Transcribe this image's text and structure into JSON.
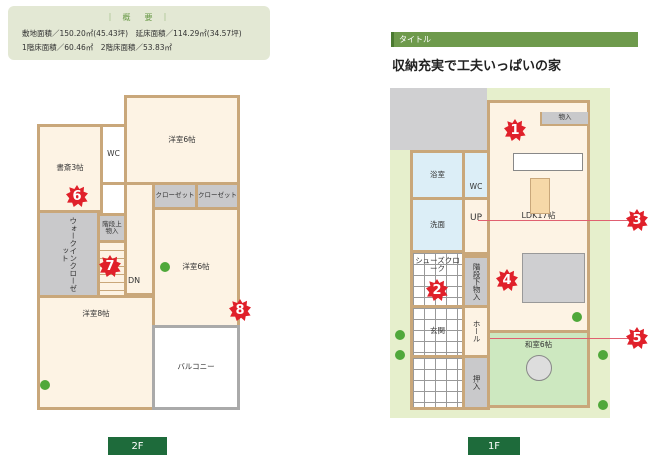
{
  "summary": {
    "title": "｜ 概　要 ｜",
    "line1": "敷地面積／150.20㎡(45.43坪)　延床面積／114.29㎡(34.57坪)",
    "line2": "1階床面積／60.46㎡　2階床面積／53.83㎡"
  },
  "title_bar": "タイトル",
  "heading": "収納充実で工夫いっぱいの家",
  "floor2": {
    "label": "2F",
    "rooms": {
      "western6_top": "洋室6帖",
      "study": "書斎3帖",
      "wc": "WC",
      "closet1": "クローゼット",
      "closet2": "クローゼット",
      "western6_right": "洋室6帖",
      "stair_storage": "階段上物入",
      "walkin": "ウォークインクローゼット",
      "dn": "DN",
      "western8": "洋室8帖",
      "balcony": "バルコニー"
    }
  },
  "floor1": {
    "label": "1F",
    "rooms": {
      "bath": "浴室",
      "wc": "WC",
      "washroom": "洗面",
      "up": "UP",
      "shoes": "シューズクローク",
      "under_stair": "階段下物入",
      "entrance": "玄関",
      "hall": "ホール",
      "oshiire": "押入",
      "ldk": "LDK17帖",
      "storage": "物入",
      "washitsu": "和室6帖"
    }
  },
  "badges": [
    "1",
    "2",
    "3",
    "4",
    "5",
    "6",
    "7",
    "8"
  ],
  "colors": {
    "badge": "#e0202a",
    "floor_label": "#1e6b3b",
    "title_bar": "#6e9a4c"
  }
}
